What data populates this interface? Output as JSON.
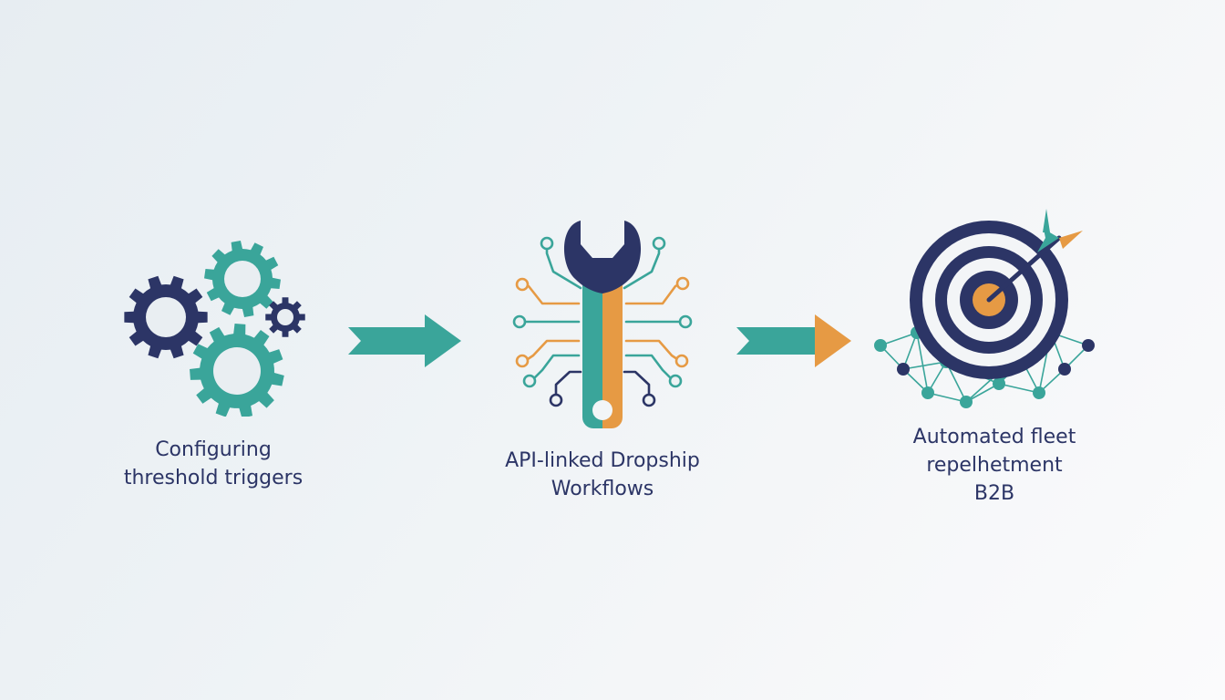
{
  "steps": [
    {
      "id": "configure",
      "icon": "gears-icon",
      "lines": [
        "Configuring",
        "threshold triggers"
      ]
    },
    {
      "id": "api",
      "icon": "wrench-circuit-icon",
      "lines": [
        "API-linked Dropship",
        "Workflows"
      ]
    },
    {
      "id": "replenish",
      "icon": "target-network-icon",
      "lines": [
        "Automated fleet",
        "repelhetment",
        "B2B"
      ]
    }
  ],
  "connectors": [
    "arrow-right-icon",
    "arrow-right-icon"
  ],
  "colors": {
    "navy": "#2c3566",
    "teal": "#3aa59a",
    "orange": "#e69a44",
    "text": "#2c3566"
  }
}
